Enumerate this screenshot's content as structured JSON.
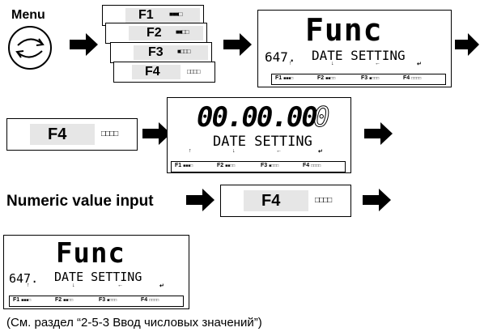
{
  "menu": {
    "label": "Menu"
  },
  "fkeys": {
    "f1": {
      "label": "F1",
      "dots": "■■■□"
    },
    "f2": {
      "label": "F2",
      "dots": "■■□□"
    },
    "f3": {
      "label": "F3",
      "dots": "■□□□"
    },
    "f4": {
      "label": "F4",
      "dots": "□□□□"
    }
  },
  "lcd_func": {
    "main": "Func",
    "code": "647.",
    "text": "DATE SETTING",
    "cursor_arrows": [
      "↑",
      "↓",
      "←",
      "↵"
    ]
  },
  "lcd_date": {
    "digits": "00.00.00",
    "blink_digit": "0",
    "text": "DATE SETTING",
    "cursor_arrows": [
      "↑",
      "↓",
      "←",
      "↵"
    ]
  },
  "numeric_input_label": "Numeric value input",
  "footnote": "(См. раздел “2-5-3 Ввод числовых значений”)"
}
